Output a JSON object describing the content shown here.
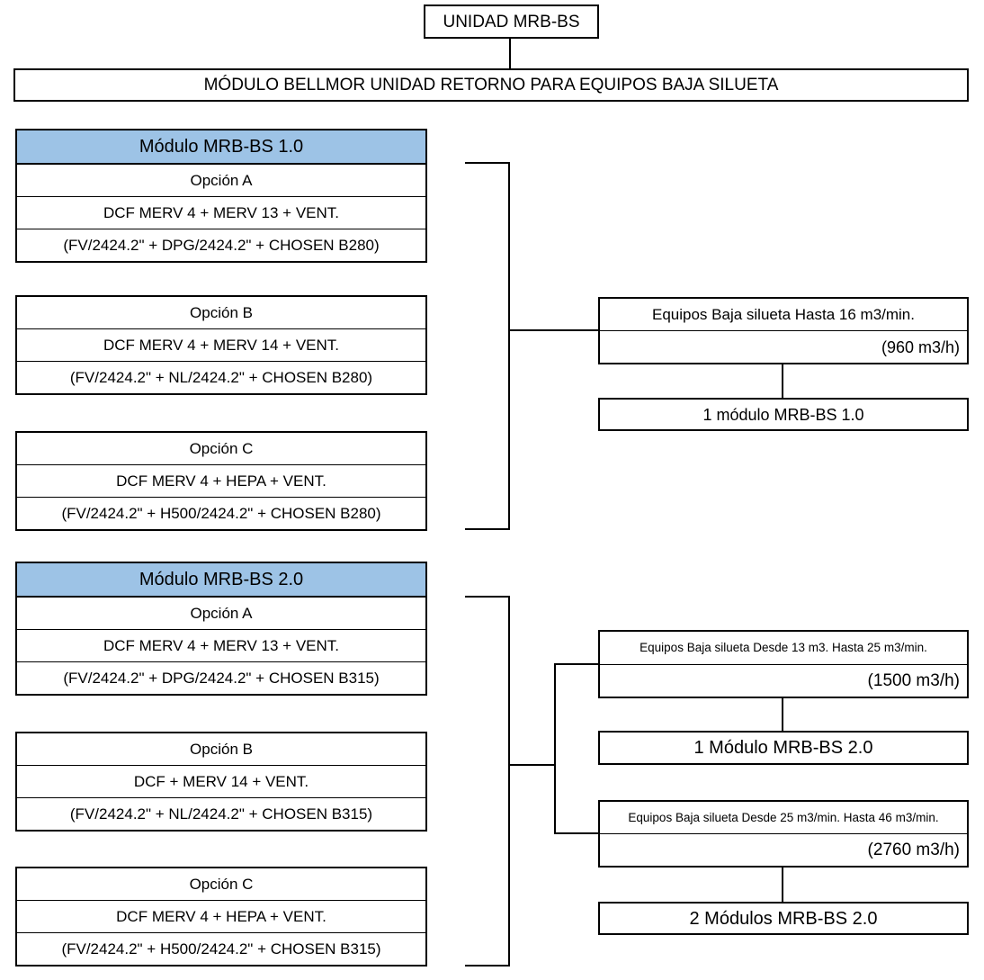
{
  "title": "UNIDAD MRB-BS",
  "subtitle": "MÓDULO BELLMOR UNIDAD RETORNO PARA EQUIPOS BAJA SILUETA",
  "colors": {
    "module_header_bg": "#9DC3E6",
    "border": "#000000"
  },
  "modules": [
    {
      "header": "Módulo MRB-BS 1.0",
      "options": [
        {
          "name": "Opción A",
          "config": "DCF MERV 4 + MERV 13 + VENT.",
          "detail": "(FV/2424.2\" + DPG/2424.2\" + CHOSEN B280)"
        },
        {
          "name": "Opción B",
          "config": "DCF MERV 4 + MERV 14 + VENT.",
          "detail": "(FV/2424.2\" + NL/2424.2\" + CHOSEN B280)"
        },
        {
          "name": "Opción C",
          "config": "DCF MERV 4 + HEPA + VENT.",
          "detail": "(FV/2424.2\" + H500/2424.2\" + CHOSEN B280)"
        }
      ]
    },
    {
      "header": "Módulo MRB-BS 2.0",
      "options": [
        {
          "name": "Opción A",
          "config": "DCF MERV 4 + MERV 13 + VENT.",
          "detail": "(FV/2424.2\" + DPG/2424.2\" + CHOSEN B315)"
        },
        {
          "name": "Opción B",
          "config": "DCF + MERV 14 + VENT.",
          "detail": "(FV/2424.2\" + NL/2424.2\" + CHOSEN B315)"
        },
        {
          "name": "Opción C",
          "config": "DCF MERV 4 + HEPA + VENT.",
          "detail": "(FV/2424.2\" + H500/2424.2\" + CHOSEN B315)"
        }
      ]
    }
  ],
  "selections": [
    {
      "range": "Equipos Baja silueta Hasta 16 m3/min.",
      "flow": "(960 m3/h)",
      "result": "1 módulo MRB-BS 1.0"
    },
    {
      "range": "Equipos Baja silueta Desde 13 m3. Hasta 25 m3/min.",
      "flow": "(1500 m3/h)",
      "result": "1 Módulo MRB-BS 2.0"
    },
    {
      "range": "Equipos Baja silueta Desde 25 m3/min. Hasta 46 m3/min.",
      "flow": "(2760 m3/h)",
      "result": "2 Módulos MRB-BS 2.0"
    }
  ]
}
